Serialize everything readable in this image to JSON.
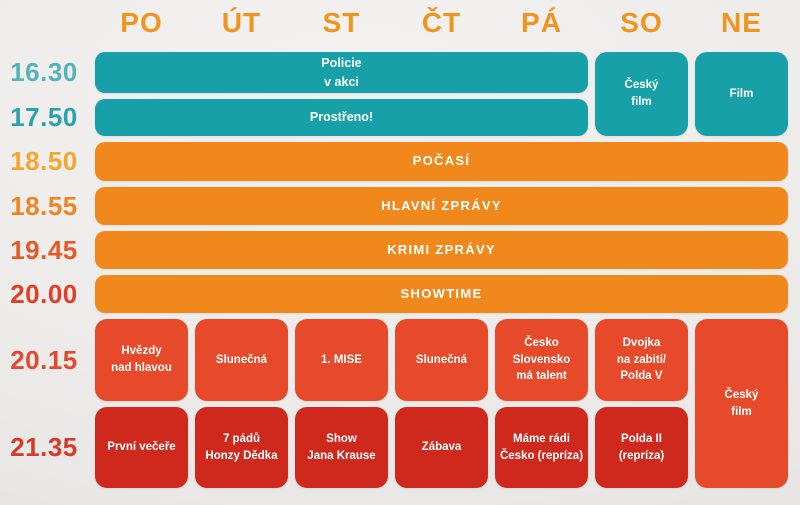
{
  "header": {
    "days": [
      "PO",
      "ÚT",
      "ST",
      "ČT",
      "PÁ",
      "SO",
      "NE"
    ]
  },
  "times": [
    {
      "label": "16.30",
      "color": "#55B3BA"
    },
    {
      "label": "17.50",
      "color": "#2AA2AB"
    },
    {
      "label": "18.50",
      "color": "#F3A62B"
    },
    {
      "label": "18.55",
      "color": "#EF8520"
    },
    {
      "label": "19.45",
      "color": "#E45A25"
    },
    {
      "label": "20.00",
      "color": "#E03E26"
    },
    {
      "label": "20.15",
      "color": "#E2492D"
    },
    {
      "label": "21.35",
      "color": "#D63A29"
    }
  ],
  "palette": {
    "teal_block": "#18A0A9",
    "orange_block": "#F0881C",
    "red_orange_block": "#E74A2A",
    "red_block": "#CF281D",
    "day_label": "#F0941E",
    "block_text": "#FFFFFF",
    "background": "#EFEDEB"
  },
  "programs": {
    "policie_v_akci": {
      "title": "Policie\nv akci",
      "start_time": "16.30",
      "days": [
        "PO",
        "ÚT",
        "ST",
        "ČT",
        "PÁ"
      ]
    },
    "prostreno": {
      "title": "Prostřeno!",
      "start_time": "17.50",
      "days": [
        "PO",
        "ÚT",
        "ST",
        "ČT",
        "PÁ"
      ]
    },
    "cesky_film_sobota": {
      "title": "Český\nfilm",
      "start_time": "16.30",
      "days": [
        "SO"
      ]
    },
    "film_nedele": {
      "title": "Film",
      "start_time": "16.30",
      "days": [
        "NE"
      ]
    },
    "pocasi": {
      "title": "POČASÍ",
      "start_time": "18.50",
      "days": [
        "PO",
        "ÚT",
        "ST",
        "ČT",
        "PÁ",
        "SO",
        "NE"
      ]
    },
    "hlavni_zpravy": {
      "title": "HLAVNÍ ZPRÁVY",
      "start_time": "18.55",
      "days": [
        "PO",
        "ÚT",
        "ST",
        "ČT",
        "PÁ",
        "SO",
        "NE"
      ]
    },
    "krimi_zpravy": {
      "title": "KRIMI ZPRÁVY",
      "start_time": "19.45",
      "days": [
        "PO",
        "ÚT",
        "ST",
        "ČT",
        "PÁ",
        "SO",
        "NE"
      ]
    },
    "showtime": {
      "title": "SHOWTIME",
      "start_time": "20.00",
      "days": [
        "PO",
        "ÚT",
        "ST",
        "ČT",
        "PÁ",
        "SO",
        "NE"
      ]
    },
    "hvezdy_nad_hlavou": {
      "title": "Hvězdy\nnad hlavou",
      "start_time": "20.15",
      "days": [
        "PO"
      ]
    },
    "slunecna_utery": {
      "title": "Slunečná",
      "start_time": "20.15",
      "days": [
        "ÚT"
      ]
    },
    "prvni_mise": {
      "title": "1. MISE",
      "start_time": "20.15",
      "days": [
        "ST"
      ]
    },
    "slunecna_ctvrtek": {
      "title": "Slunečná",
      "start_time": "20.15",
      "days": [
        "ČT"
      ]
    },
    "cesko_slovensko_ma_talent": {
      "title": "Česko Slovensko\nmá talent",
      "start_time": "20.15",
      "days": [
        "PÁ"
      ]
    },
    "dvojka_na_zabiti_polda_v": {
      "title": "Dvojka\nna zabití/\nPolda V",
      "start_time": "20.15",
      "days": [
        "SO"
      ]
    },
    "cesky_film_nedele": {
      "title": "Český\nfilm",
      "start_time": "20.15",
      "days": [
        "NE"
      ]
    },
    "prvni_vecere": {
      "title": "První večeře",
      "start_time": "21.35",
      "days": [
        "PO"
      ]
    },
    "sedm_padu_honzy_dedka": {
      "title": "7 pádů\nHonzy Dědka",
      "start_time": "21.35",
      "days": [
        "ÚT"
      ]
    },
    "show_jana_krause": {
      "title": "Show\nJana Krause",
      "start_time": "21.35",
      "days": [
        "ST"
      ]
    },
    "zabava": {
      "title": "Zábava",
      "start_time": "21.35",
      "days": [
        "ČT"
      ]
    },
    "mame_radi_cesko": {
      "title": "Máme rádi\nČesko (repríza)",
      "start_time": "21.35",
      "days": [
        "PÁ"
      ]
    },
    "polda_ii": {
      "title": "Polda II\n(repríza)",
      "start_time": "21.35",
      "days": [
        "SO"
      ]
    }
  }
}
